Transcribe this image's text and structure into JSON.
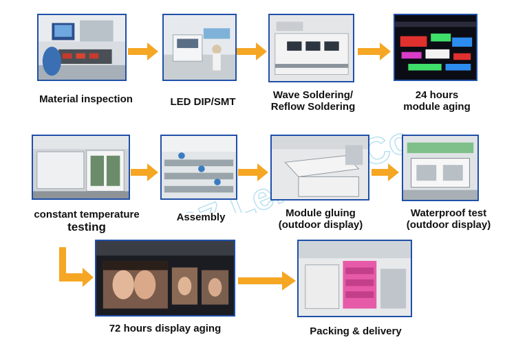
{
  "steps": [
    {
      "id": "material-inspection",
      "label": "Material inspection"
    },
    {
      "id": "led-dip-smt",
      "label": "LED DIP/SMT"
    },
    {
      "id": "wave-soldering",
      "label_line1": "Wave Soldering/",
      "label_line2": "Reflow Soldering"
    },
    {
      "id": "module-aging",
      "label_line1": "24 hours",
      "label_line2": "module aging"
    },
    {
      "id": "constant-temperature",
      "label_line1": "constant temperature",
      "label_line2": "testing"
    },
    {
      "id": "assembly",
      "label": "Assembly"
    },
    {
      "id": "module-gluing",
      "label_line1": "Module gluing",
      "label_line2": "(outdoor display)"
    },
    {
      "id": "waterproof-test",
      "label_line1": "Waterproof test",
      "label_line2": "(outdoor display)"
    },
    {
      "id": "display-aging",
      "label": "72 hours display aging"
    },
    {
      "id": "packing-delivery",
      "label": "Packing & delivery"
    }
  ],
  "colors": {
    "arrow": "#f5a623",
    "frame": "#1f4fa8",
    "watermark": "#7ec8e3"
  },
  "watermark": {
    "text": "SZ Lemon..Co."
  }
}
